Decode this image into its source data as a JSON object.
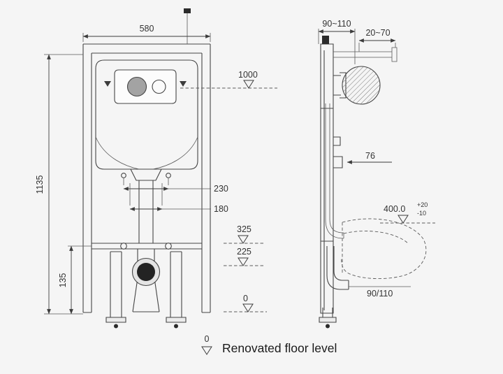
{
  "colors": {
    "background": "#f5f5f5",
    "line": "#454545",
    "text": "#333333"
  },
  "front_view": {
    "width": "580",
    "height": "1135",
    "flush_plate_level": "1000",
    "outlet_spacing": "230",
    "bolt_spacing": "180",
    "level_upper": "325",
    "level_lower": "225",
    "foot_zone": "135",
    "floor_zero": "0"
  },
  "side_view": {
    "frame_depth": "90~110",
    "wall_adjust": "20~70",
    "pipe_offset": "76",
    "rim_height": "400.0",
    "rim_tol_plus": "+20",
    "rim_tol_minus": "-10",
    "drain_size": "90/110"
  },
  "footer": {
    "zero": "0",
    "label": "Renovated floor level"
  }
}
